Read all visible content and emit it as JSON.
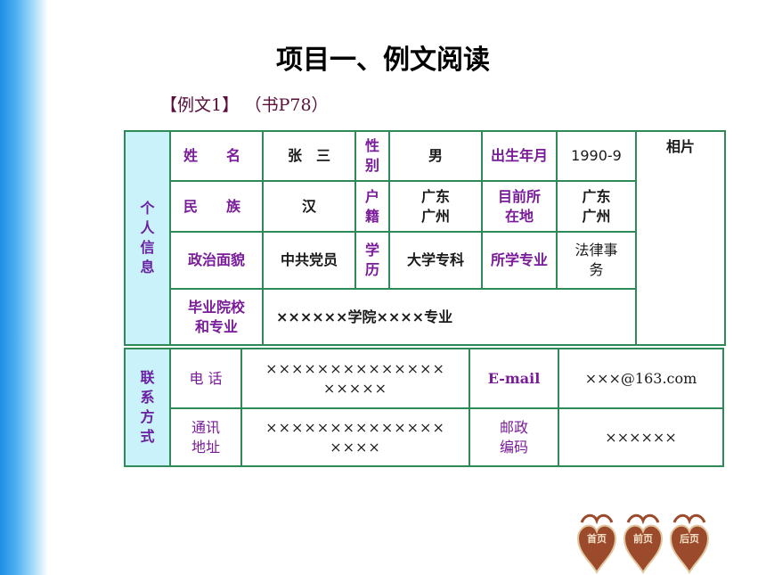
{
  "title": "项目一、例文阅读",
  "subtitle": {
    "example": "【例文1】",
    "ref": "（书P78）"
  },
  "personal": {
    "section_label": "个人信息",
    "name_label": "姓　　名",
    "name_value": "张　三",
    "gender_label": "性别",
    "gender_value": "男",
    "birth_label": "出生年月",
    "birth_value": "1990-9",
    "photo_label": "相片",
    "ethnicity_label": "民　　族",
    "ethnicity_value": "汉",
    "hukou_label": "户籍",
    "hukou_value": "广东广州",
    "residence_label": "目前所在地",
    "residence_value": "广东广州",
    "political_label": "政治面貌",
    "political_value": "中共党员",
    "education_label": "学历",
    "education_value": "大学专科",
    "major_label": "所学专业",
    "major_value": "法律事务",
    "school_label": "毕业院校和专业",
    "school_value": "××××××学院××××专业"
  },
  "contact": {
    "section_label": "联系方式",
    "phone_label": "电  话",
    "phone_value": "×××××××××××××××××××",
    "email_label": "E-mail",
    "email_value": "×××@163.com",
    "address_label": "通讯地址",
    "address_value": "××××××××××××××××××",
    "postcode_label": "邮政编码",
    "postcode_value": "××××××"
  },
  "nav": {
    "home_label": "首页",
    "prev_label": "前页",
    "next_label": "后页",
    "icon_color": "#9c4a2c"
  }
}
